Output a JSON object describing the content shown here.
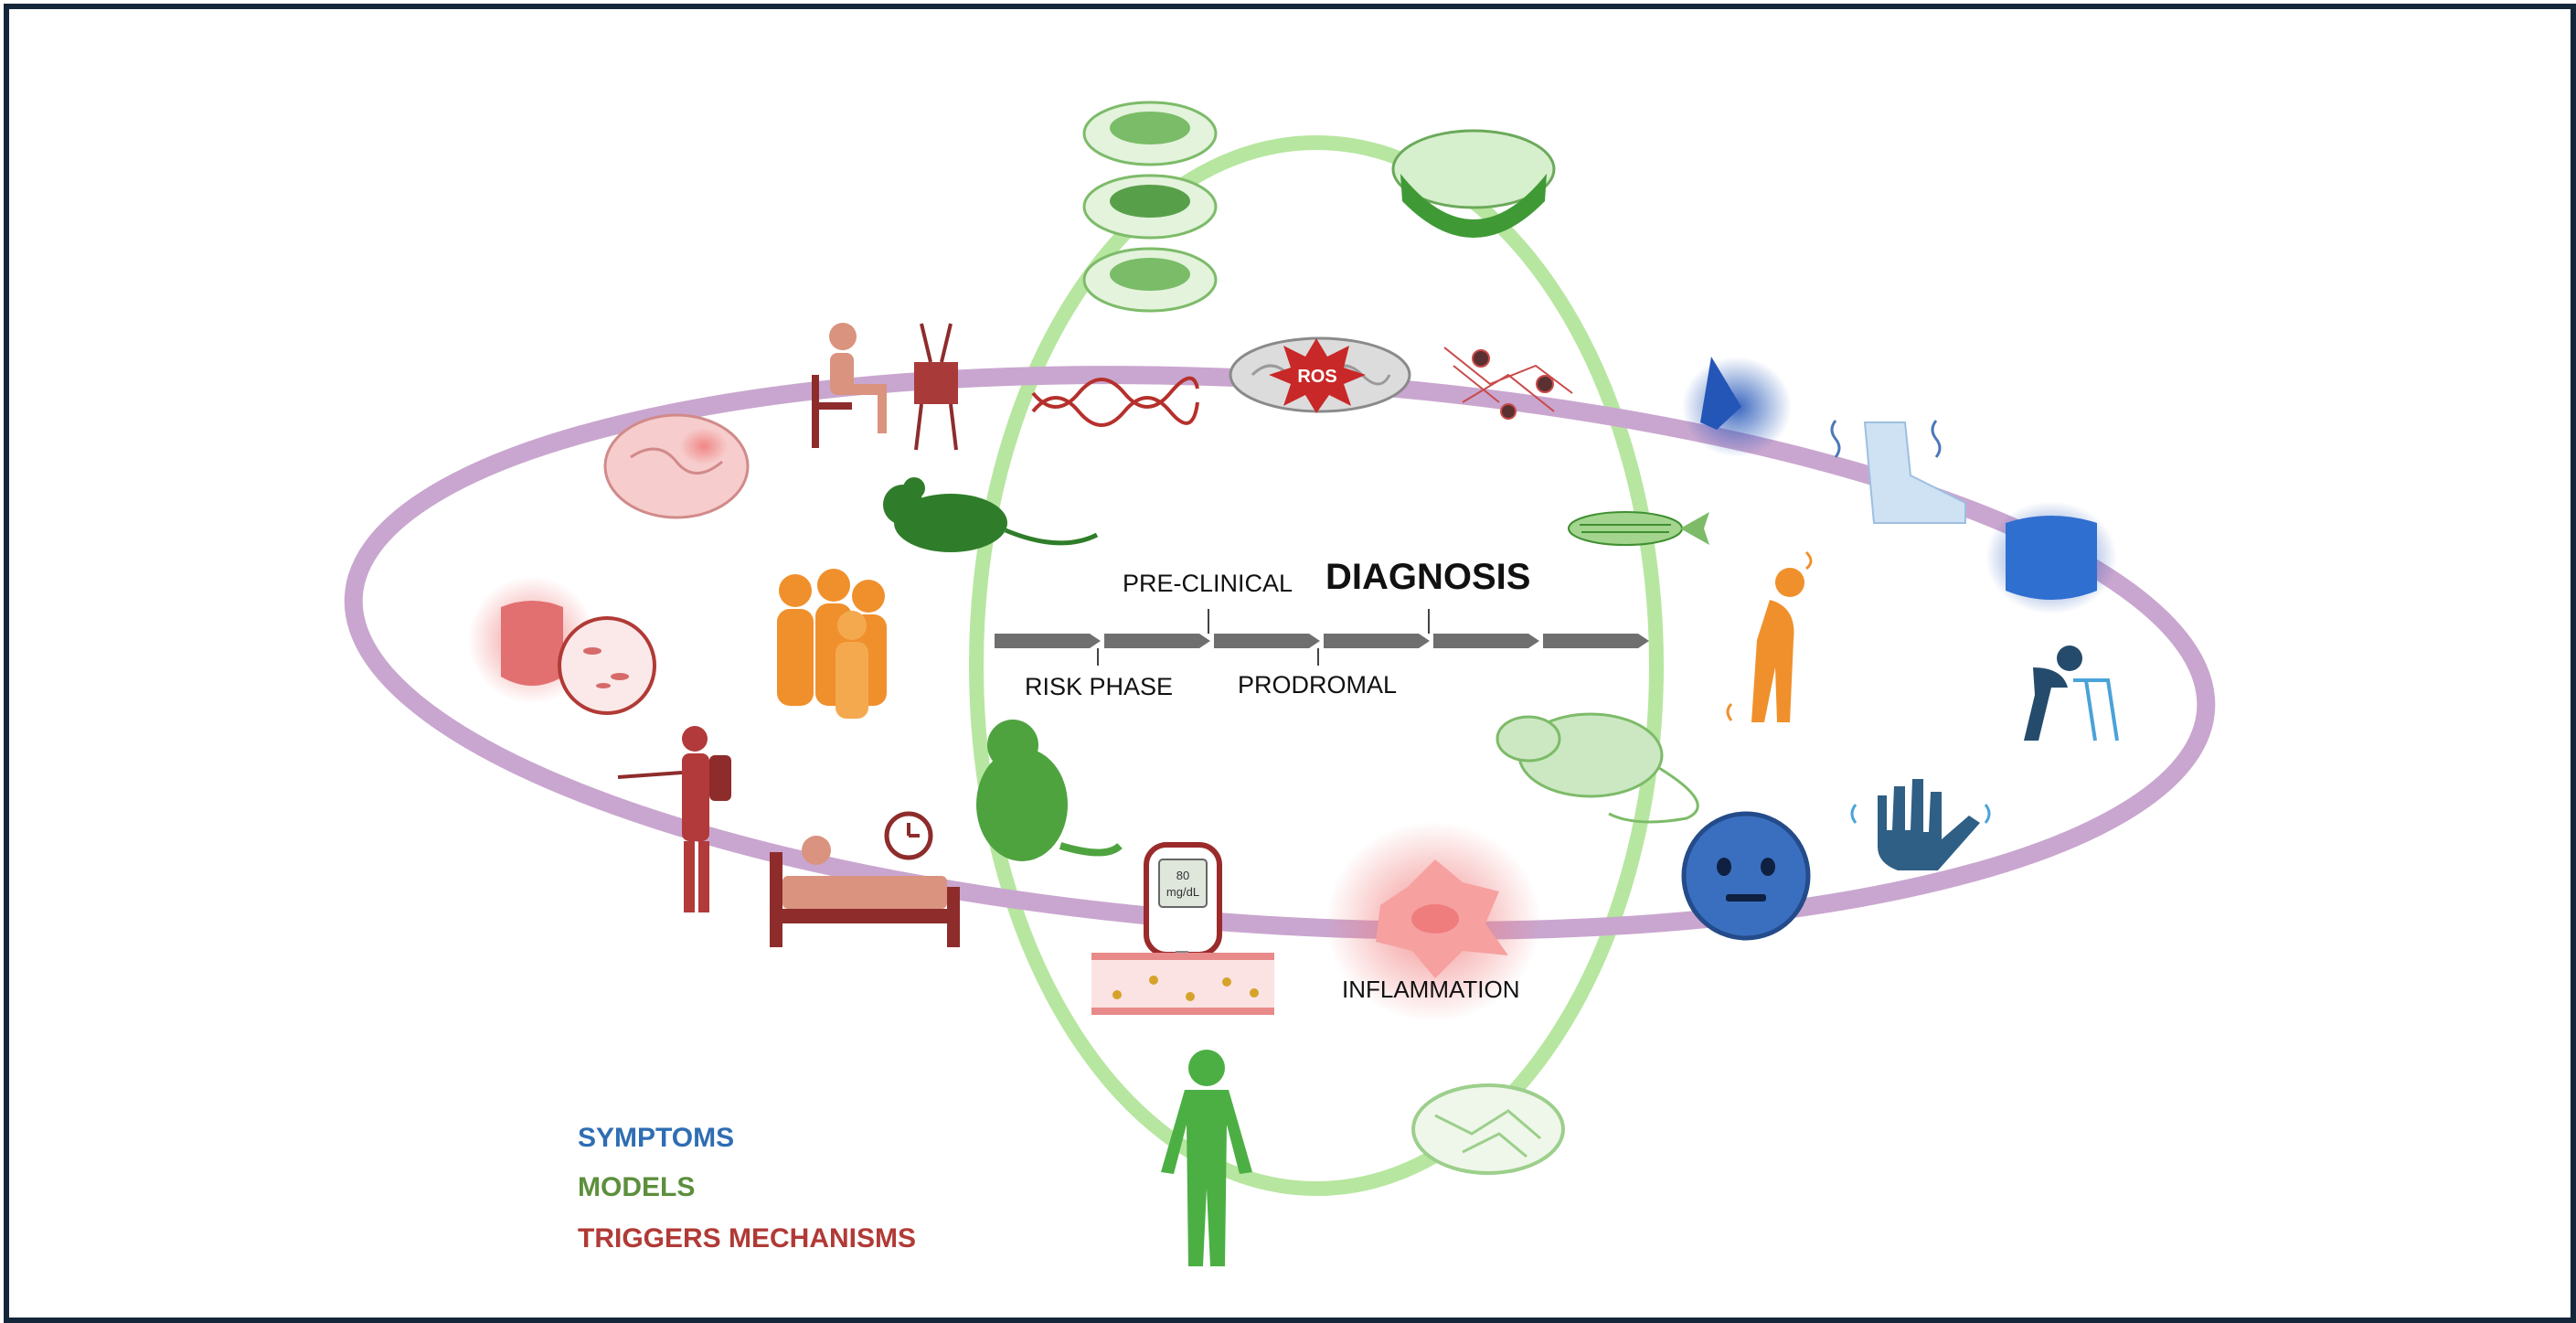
{
  "timeline": {
    "pre_clinical": "PRE-CLINICAL",
    "diagnosis": "DIAGNOSIS",
    "risk_phase": "RISK PHASE",
    "prodromal": "PRODROMAL"
  },
  "mechanisms": {
    "ros": "ROS",
    "inflammation": "INFLAMMATION",
    "glucose_meter": [
      "80",
      "mg/dL"
    ]
  },
  "legend": {
    "symptoms": "SYMPTOMS",
    "models": "MODELS",
    "triggers": "TRIGGERS MECHANISMS"
  },
  "colors": {
    "symptoms": "#2f6db3",
    "models": "#5c8f3c",
    "triggers": "#b13a36",
    "outer_ring": "#c9a6cf",
    "inner_ring": "#b7e6a0",
    "timeline_arrow": "#6f6f6f",
    "frame": "#14263a"
  },
  "icons": [
    "petri-dish-stack-icon",
    "culture-flask-icon",
    "petri-dish-network-icon",
    "sitting-person-icon",
    "television-icon",
    "dna-icon",
    "mitochondria-ros-icon",
    "neurons-aggregate-icon",
    "brain-icon",
    "inflamed-gut-icon",
    "microbiome-icon",
    "group-people-icon",
    "pesticide-sprayer-icon",
    "bed-sleep-icon",
    "clock-icon",
    "mouse-icon",
    "monkey-icon",
    "rat-icon",
    "zebrafish-icon",
    "human-body-icon",
    "glucose-meter-icon",
    "blood-vessel-icon",
    "inflamed-cell-icon",
    "olfaction-nose-icon",
    "foot-pain-icon",
    "constipation-gut-icon",
    "stooped-person-icon",
    "walker-person-icon",
    "tremor-hand-icon",
    "anxious-face-icon"
  ]
}
